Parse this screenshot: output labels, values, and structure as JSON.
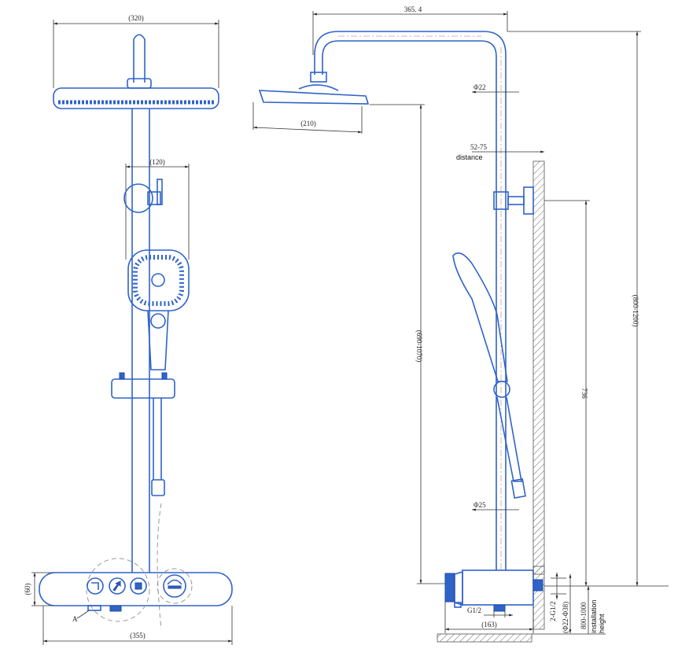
{
  "front_view": {
    "dim_head_width": "(320)",
    "dim_arm_reach": "(120)",
    "dim_panel_height": "(60)",
    "dim_panel_width": "(355)",
    "label_a": "A"
  },
  "side_view": {
    "dim_arm_length": "365. 4",
    "dim_head_diameter": "(210)",
    "dim_pipe_diameter_top": "Φ22",
    "dim_distance": "52-75",
    "label_distance": "distance",
    "dim_adjust_range": "(690-1070)",
    "dim_bracket_height": "736",
    "dim_total_height": "(800-1200)",
    "dim_pipe_diameter_bottom": "Φ25",
    "dim_outlet_thread": "G1/2",
    "dim_inlet_thread": "2-G1/2",
    "dim_inlet_cover": "(Φ22-Φ38)",
    "dim_mixer_depth": "(163)",
    "dim_install_height": "800-1000",
    "label_install_1": "installation",
    "label_install_2": "height"
  },
  "colors": {
    "line": "#2f63c8",
    "dimension": "#333333"
  }
}
